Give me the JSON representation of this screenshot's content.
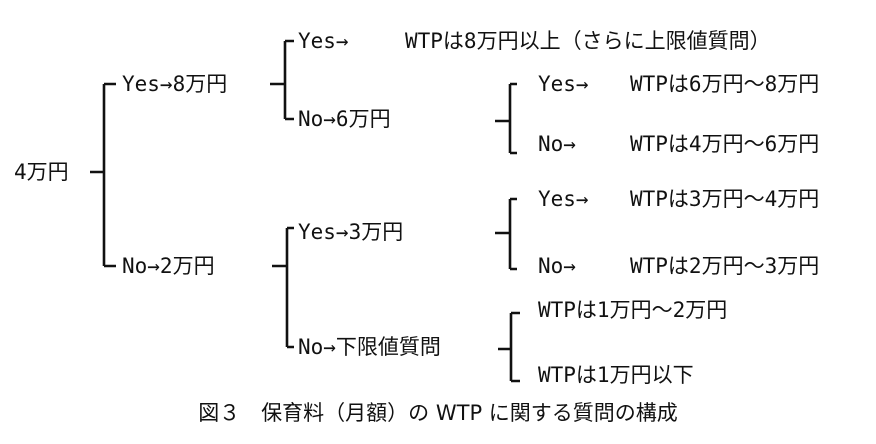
{
  "root": {
    "label": "4万円"
  },
  "level1": {
    "yes": {
      "label": "Yes→8万円"
    },
    "no": {
      "label": "No→2万円"
    }
  },
  "level2": {
    "yes_yes": {
      "label": "Yes→",
      "result": "WTPは8万円以上（さらに上限値質問）"
    },
    "yes_no": {
      "label": "No→6万円"
    },
    "no_yes": {
      "label": "Yes→3万円"
    },
    "no_no": {
      "label": "No→下限値質問"
    }
  },
  "level3": {
    "b6_yes": {
      "label": "Yes→",
      "result": "WTPは6万円～8万円"
    },
    "b6_no": {
      "label": "No→",
      "result": "WTPは4万円～6万円"
    },
    "b3_yes": {
      "label": "Yes→",
      "result": "WTPは3万円～4万円"
    },
    "b3_no": {
      "label": "No→",
      "result": "WTPは2万円～3万円"
    },
    "low_a": {
      "result": "WTPは1万円～2万円"
    },
    "low_b": {
      "result": "WTPは1万円以下"
    }
  },
  "caption": "図３　保育料（月額）の WTP に関する質問の構成"
}
